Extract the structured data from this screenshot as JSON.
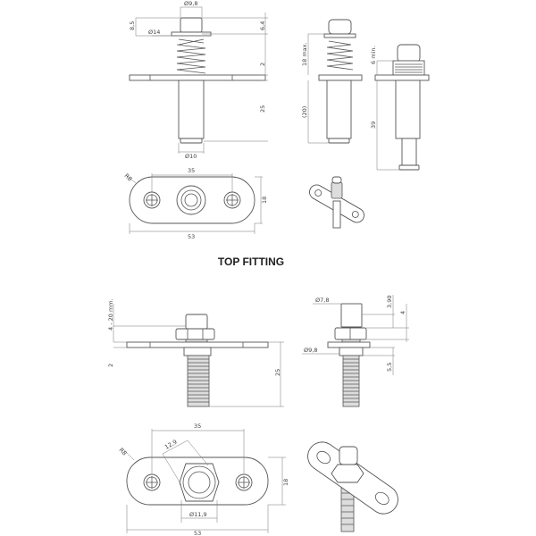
{
  "title": "TOP FITTING",
  "top_section": {
    "front_view": {
      "head_diameter": "Ø9,8",
      "head_height": "8,5",
      "flange_diameter": "Ø14",
      "head_offset": "6,4",
      "plate_thickness": "2",
      "shaft_length": "25",
      "shaft_diameter": "Ø10"
    },
    "compressed_view": {
      "spring_travel": "18 max.",
      "shaft_length": "(20)"
    },
    "extended_view": {
      "min_height": "6 min.",
      "total_length": "39"
    },
    "plate_view": {
      "hole_spacing": "35",
      "radius": "R8",
      "width": "18",
      "length": "53"
    }
  },
  "bottom_section": {
    "front_view": {
      "adjust_range": "4 - 20 mm.",
      "plate_thickness": "2",
      "thread_length": "25"
    },
    "side_view": {
      "cap_diameter": "Ø7,8",
      "cap_height": "3,90",
      "nut_height": "4",
      "collar_diameter": "Ø9,8",
      "collar_height": "5,5"
    },
    "plate_view": {
      "hole_spacing": "35",
      "hex_size": "12,9",
      "radius": "R8",
      "width": "18",
      "diameter": "Ø11,9",
      "length": "53"
    }
  }
}
